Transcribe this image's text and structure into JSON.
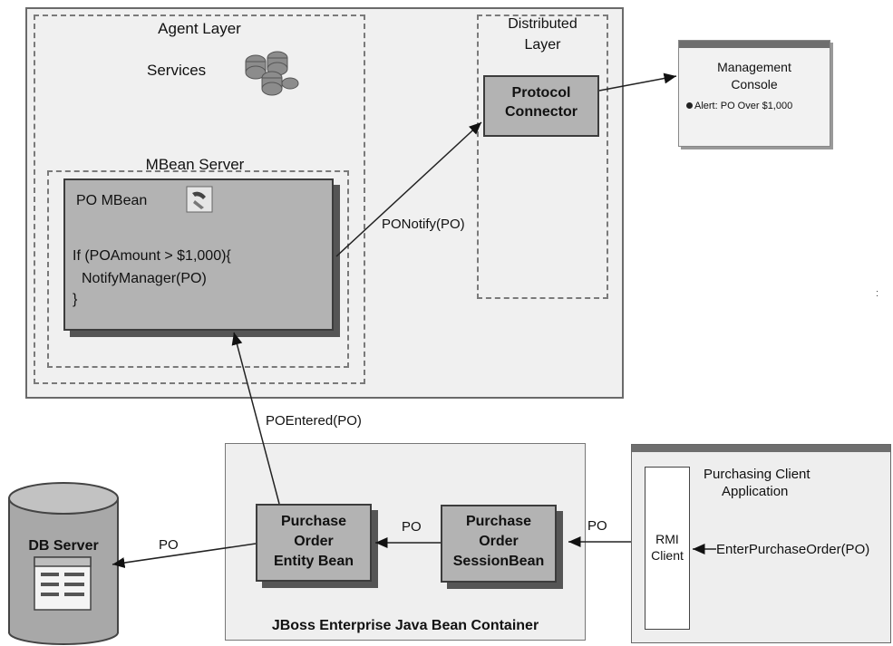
{
  "agent": {
    "title": "Agent Layer",
    "services": "Services",
    "mbean_server": "MBean Server",
    "po_mbean": "PO MBean",
    "code_line1": "If (POAmount > $1,000){",
    "code_line2": "NotifyManager(PO)",
    "code_line3": "}"
  },
  "distributed": {
    "title_line1": "Distributed",
    "title_line2": "Layer",
    "connector_line1": "Protocol",
    "connector_line2": "Connector"
  },
  "console": {
    "title_line1": "Management",
    "title_line2": "Console",
    "alert": "Alert: PO Over $1,000"
  },
  "edges": {
    "po_notify": "PONotify(PO)",
    "po_entered": "POEntered(PO)",
    "po_to_db": "PO",
    "po_session_to_entity": "PO",
    "po_client_to_session": "PO"
  },
  "jboss": {
    "title": "JBoss Enterprise Java Bean Container",
    "entity_line1": "Purchase",
    "entity_line2": "Order",
    "entity_line3": "Entity Bean",
    "session_line1": "Purchase",
    "session_line2": "Order",
    "session_line3": "SessionBean"
  },
  "db": {
    "label": "DB Server"
  },
  "client": {
    "title_line1": "Purchasing Client",
    "title_line2": "Application",
    "rmi_line1": "RMI",
    "rmi_line2": "Client",
    "enter_po": "EnterPurchaseOrder(PO)"
  },
  "stray_mark": ":"
}
